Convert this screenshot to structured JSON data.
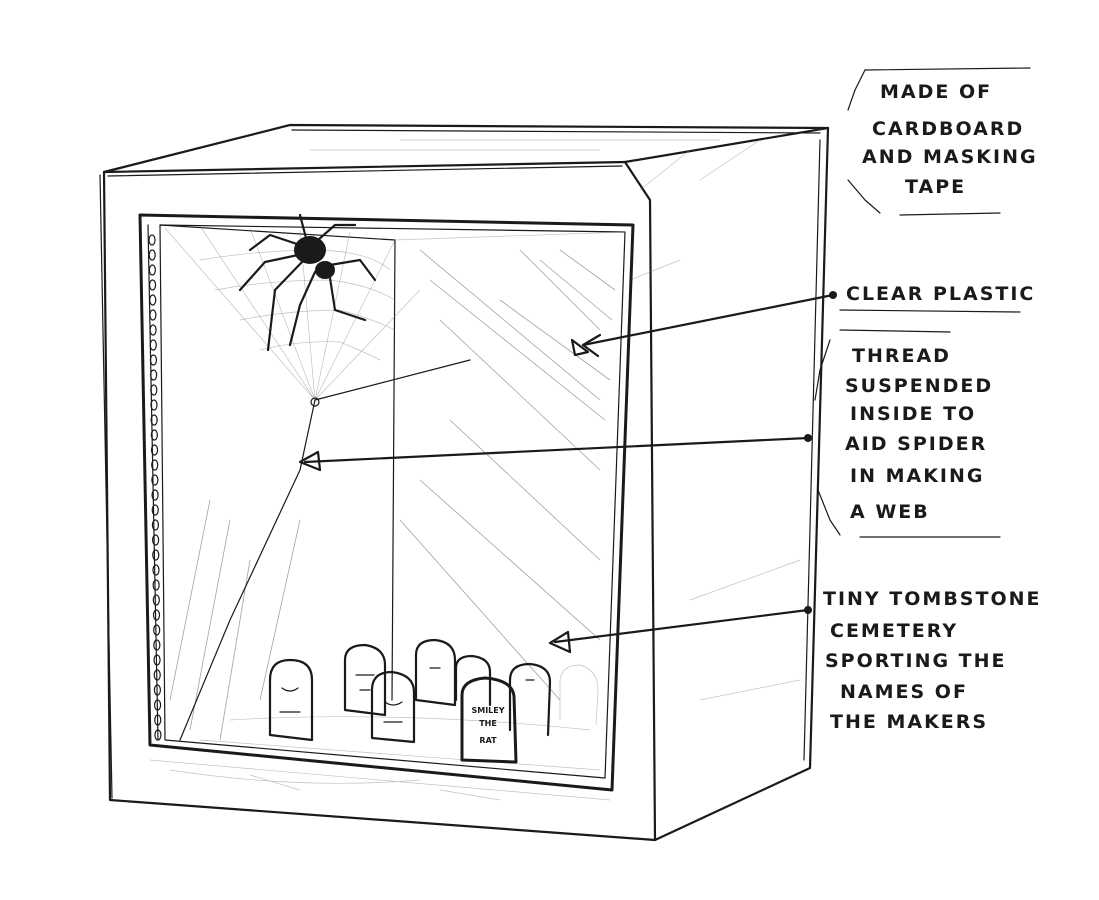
{
  "annotations": {
    "materials": [
      "MADE OF",
      "CARDBOARD",
      "AND MASKING",
      "TAPE"
    ],
    "plastic": [
      "CLEAR PLASTIC"
    ],
    "thread": [
      "THREAD",
      "SUSPENDED",
      "INSIDE TO",
      "AID SPIDER",
      "IN MAKING",
      "A WEB"
    ],
    "cemetery": [
      "TINY TOMBSTONE",
      "CEMETERY",
      "SPORTING THE",
      "NAMES OF",
      "THE MAKERS"
    ]
  },
  "tombstone": [
    "SMILEY",
    "THE",
    "RAT"
  ]
}
